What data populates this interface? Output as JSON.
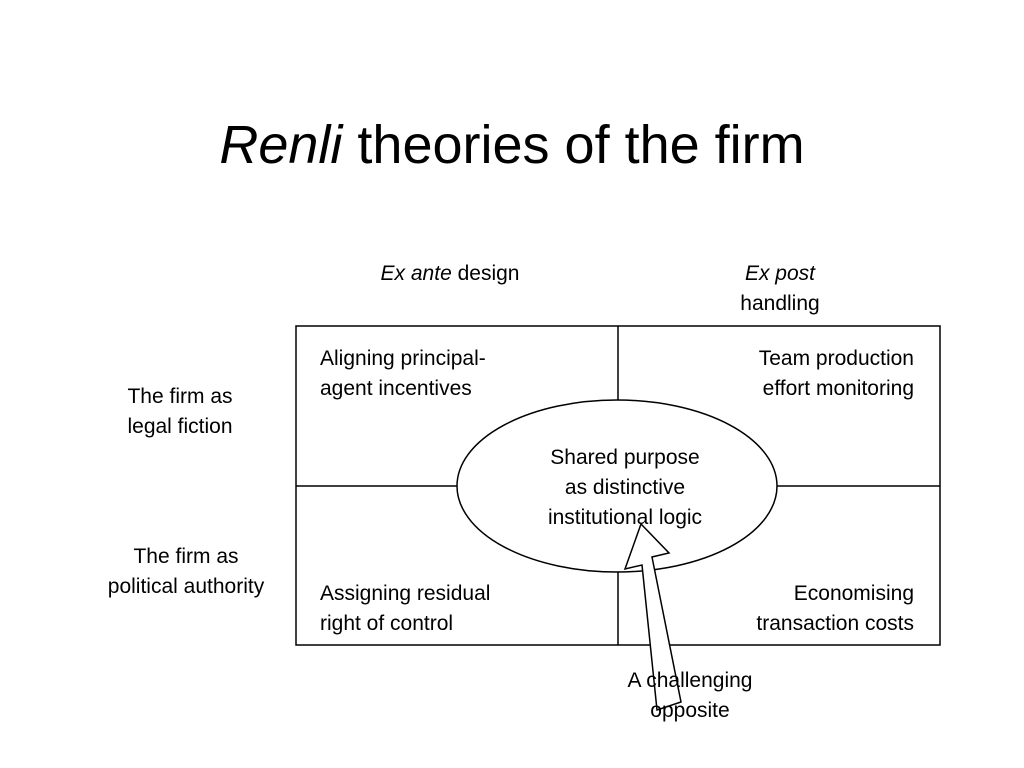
{
  "title": {
    "italic": "Renli",
    "rest": " theories of the firm"
  },
  "columns": {
    "ex_ante_italic": "Ex ante",
    "ex_ante_rest": " design",
    "ex_post_italic": "Ex post",
    "ex_post_rest": "handling"
  },
  "rows": {
    "legal_line1": "The firm as",
    "legal_line2": "legal fiction",
    "political_line1": "The firm as",
    "political_line2": "political authority"
  },
  "cells": {
    "top_left_line1": "Aligning principal-",
    "top_left_line2": "agent incentives",
    "top_right_line1": "Team production",
    "top_right_line2": "effort monitoring",
    "bottom_left_line1": "Assigning residual",
    "bottom_left_line2": "right of control",
    "bottom_right_line1": "Economising",
    "bottom_right_line2": "transaction costs"
  },
  "center_ellipse": {
    "line1": "Shared purpose",
    "line2": "as distinctive",
    "line3": "institutional logic"
  },
  "arrow_label": {
    "line1": "A challenging",
    "line2": "opposite"
  }
}
